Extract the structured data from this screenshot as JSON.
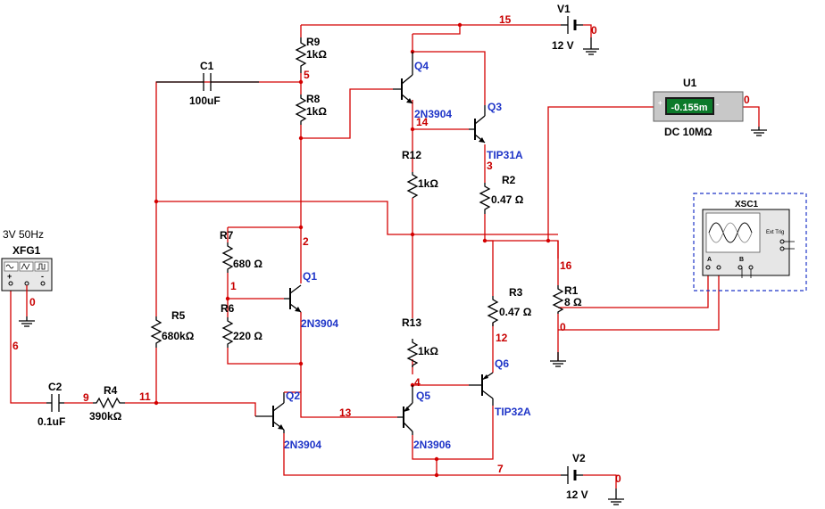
{
  "supplies": {
    "v1": {
      "ref": "V1",
      "value": "12 V",
      "ground_net": "0"
    },
    "v2": {
      "ref": "V2",
      "value": "12 V",
      "ground_net": "0"
    }
  },
  "capacitors": {
    "c1": {
      "ref": "C1",
      "value": "100uF"
    },
    "c2": {
      "ref": "C2",
      "value": "0.1uF"
    }
  },
  "resistors": {
    "r1": {
      "ref": "R1",
      "value": "8 Ω"
    },
    "r2": {
      "ref": "R2",
      "value": "0.47 Ω"
    },
    "r3": {
      "ref": "R3",
      "value": "0.47 Ω"
    },
    "r4": {
      "ref": "R4",
      "value": "390kΩ"
    },
    "r5": {
      "ref": "R5",
      "value": "680kΩ"
    },
    "r6": {
      "ref": "R6",
      "value": "220 Ω"
    },
    "r7": {
      "ref": "R7",
      "value": "680 Ω"
    },
    "r8": {
      "ref": "R8",
      "value": "1kΩ"
    },
    "r9": {
      "ref": "R9",
      "value": "1kΩ"
    },
    "r12": {
      "ref": "R12",
      "value": "1kΩ"
    },
    "r13": {
      "ref": "R13",
      "value": "1kΩ"
    }
  },
  "transistors": {
    "q1": {
      "ref": "Q1",
      "part": "2N3904"
    },
    "q2": {
      "ref": "Q2",
      "part": "2N3904"
    },
    "q3": {
      "ref": "Q3",
      "part": "TIP31A"
    },
    "q4": {
      "ref": "Q4",
      "part": "2N3904"
    },
    "q5": {
      "ref": "Q5",
      "part": "2N3906"
    },
    "q6": {
      "ref": "Q6",
      "part": "TIP32A"
    }
  },
  "meter": {
    "ref": "U1",
    "reading": "-0.155m",
    "mode": "DC  10MΩ",
    "net": "0",
    "plus": "+",
    "minus": "-"
  },
  "generator": {
    "ref": "XFG1",
    "setting": "3V 50Hz",
    "net": "6",
    "ground_net": "0",
    "plus": "+",
    "minus": "-"
  },
  "scope": {
    "ref": "XSC1",
    "channel_a": "A",
    "channel_b": "B",
    "trigger": "Ext Trig"
  },
  "nets": {
    "n0a": "0",
    "n0b": "0",
    "n1": "1",
    "n2": "2",
    "n3": "3",
    "n4": "4",
    "n5": "5",
    "n7": "7",
    "n9": "9",
    "n11": "11",
    "n12": "12",
    "n13": "13",
    "n14": "14",
    "n15": "15",
    "n16": "16"
  },
  "colors": {
    "wire": "#d40000",
    "component": "#000000",
    "part_label": "#1f35c8",
    "net_label": "#c80000",
    "instrument_border": "#1f35c8"
  }
}
